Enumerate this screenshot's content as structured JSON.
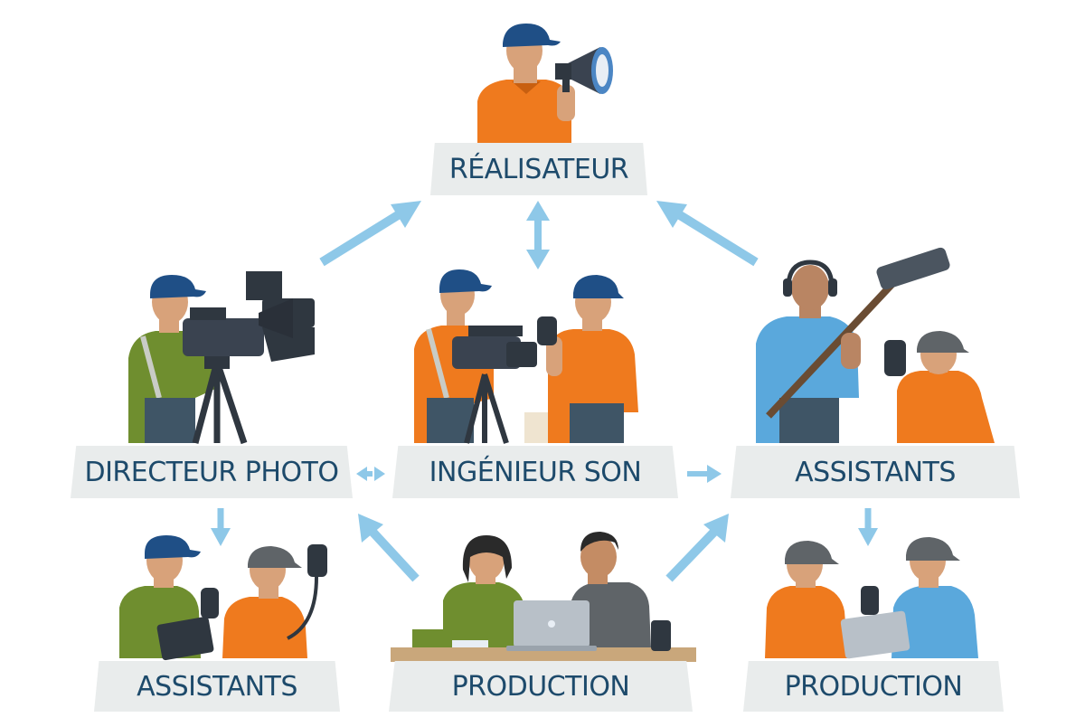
{
  "roles": {
    "realisateur": "RÉALISATEUR",
    "directeur_photo": "DIRECTEUR PHOTO",
    "ingenieur_son": "INGÉNIEUR SON",
    "assistants_right": "ASSISTANTS",
    "assistants_left": "ASSISTANTS",
    "production_center": "PRODUCTION",
    "production_right": "PRODUCTION"
  },
  "colors": {
    "label_text": "#1d4a6b",
    "label_bg": "#e9ecec",
    "arrow": "#8ec8e8",
    "cap_blue": "#1f4f86",
    "cap_gray": "#5f6468",
    "shirt_orange": "#ef7a1e",
    "shirt_green": "#6f8e2f",
    "shirt_blue": "#5aa8dc",
    "skin": "#d8a27a",
    "pants": "#3f5566",
    "equipment": "#3a4350"
  },
  "icons": [
    "megaphone-icon",
    "video-camera-icon",
    "tripod-icon",
    "boom-microphone-icon",
    "headphones-icon",
    "walkie-talkie-icon",
    "laptop-icon",
    "tablet-icon"
  ]
}
